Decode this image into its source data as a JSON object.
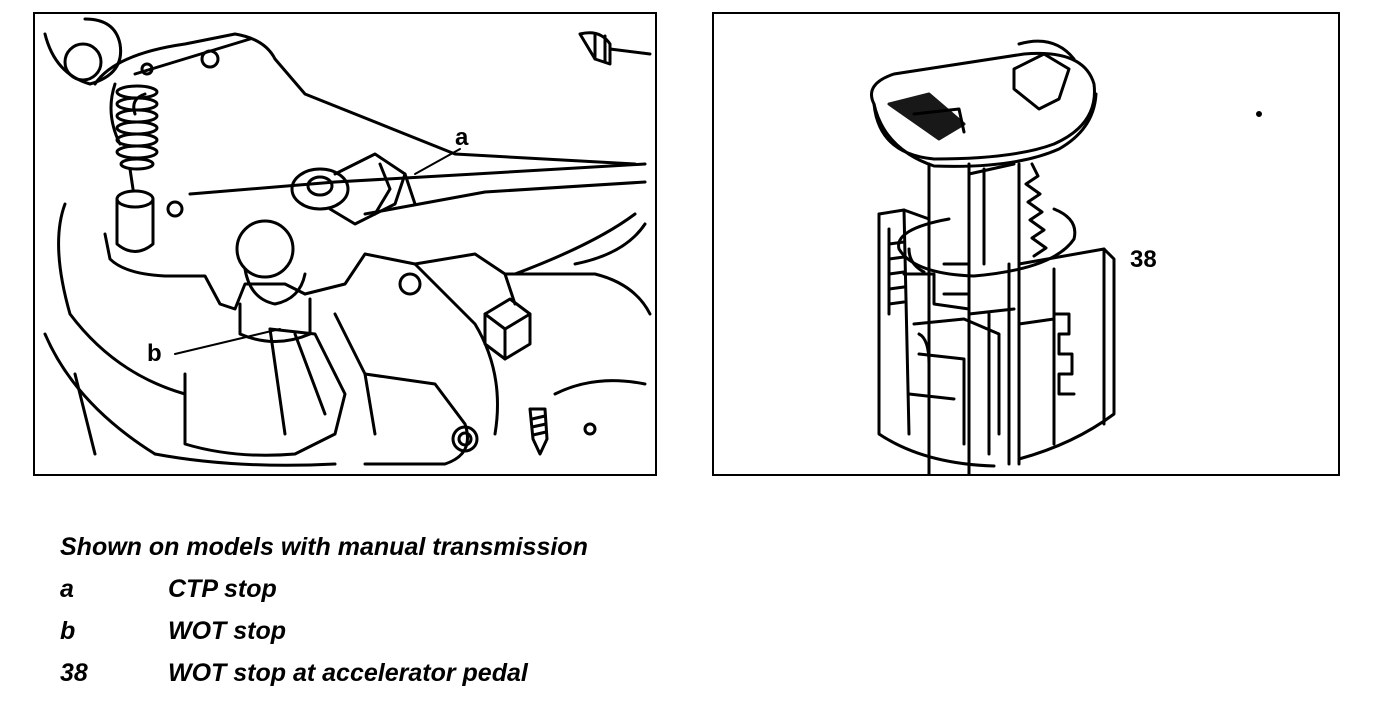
{
  "figure_left": {
    "callouts": [
      {
        "label": "a"
      },
      {
        "label": "b"
      }
    ]
  },
  "figure_right": {
    "callouts": [
      {
        "label": "38"
      }
    ]
  },
  "caption": {
    "title": "Shown on models with manual transmission",
    "legend": [
      {
        "key": "a",
        "text": "CTP stop"
      },
      {
        "key": "b",
        "text": "WOT stop"
      },
      {
        "key": "38",
        "text": "WOT stop at accelerator pedal"
      }
    ]
  }
}
